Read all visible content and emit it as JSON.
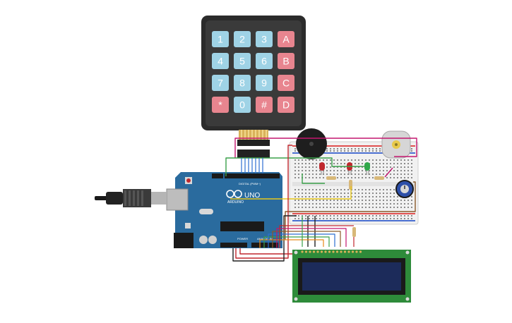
{
  "keypad": {
    "keys": [
      {
        "label": "1",
        "type": "num"
      },
      {
        "label": "2",
        "type": "num"
      },
      {
        "label": "3",
        "type": "num"
      },
      {
        "label": "A",
        "type": "letter"
      },
      {
        "label": "4",
        "type": "num"
      },
      {
        "label": "5",
        "type": "num"
      },
      {
        "label": "6",
        "type": "num"
      },
      {
        "label": "B",
        "type": "letter"
      },
      {
        "label": "7",
        "type": "num"
      },
      {
        "label": "8",
        "type": "num"
      },
      {
        "label": "9",
        "type": "num"
      },
      {
        "label": "C",
        "type": "letter"
      },
      {
        "label": "*",
        "type": "letter"
      },
      {
        "label": "0",
        "type": "num"
      },
      {
        "label": "#",
        "type": "letter"
      },
      {
        "label": "D",
        "type": "letter"
      }
    ]
  },
  "arduino": {
    "model": "UNO",
    "brand": "ARDUINO",
    "digital_label": "DIGITAL (PWM~)",
    "power_label": "POWER",
    "analog_label": "ANALOG IN"
  },
  "colors": {
    "key_num": "#9fd3e6",
    "key_letter": "#e8858f",
    "keypad_body": "#2b2b2b",
    "arduino_board": "#2a6b9e",
    "breadboard": "#f1f1f1",
    "lcd_pcb": "#2e8b3a",
    "lcd_screen": "#1c2b5a",
    "wire_red": "#c0272d",
    "wire_green": "#3aa04a",
    "wire_magenta": "#c4166f",
    "wire_yellow": "#e8c81a",
    "wire_brown": "#8b5a2b",
    "wire_blue": "#2d6fd1",
    "wire_black": "#222222",
    "wire_orange": "#e88a1a"
  },
  "components": {
    "buzzer": "buzzer-icon",
    "motor": "dc-motor-icon",
    "potentiometer": "potentiometer-icon",
    "leds": [
      "red",
      "red",
      "green"
    ]
  }
}
